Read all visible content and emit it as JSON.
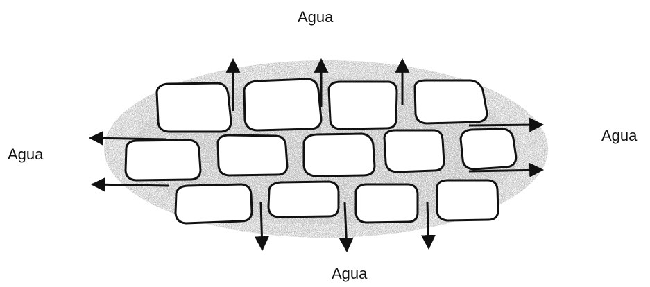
{
  "labels": {
    "top": "Agua",
    "left": "Agua",
    "right": "Agua",
    "bottom": "Agua"
  },
  "colors": {
    "ink": "#111111",
    "speckle": "#9a9a9a",
    "block_fill": "#ffffff"
  }
}
